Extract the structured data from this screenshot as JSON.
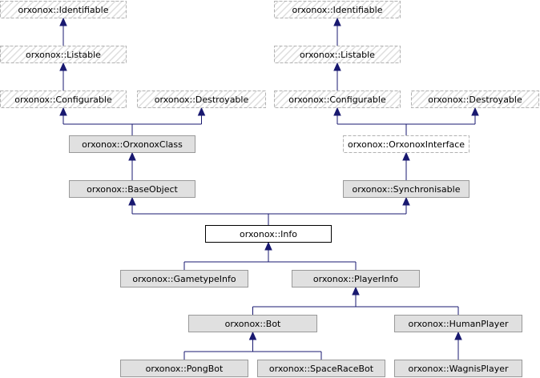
{
  "diagram": {
    "nodes": [
      {
        "id": "identifiable_l",
        "label": "orxonox::Identifiable",
        "style": "hatched"
      },
      {
        "id": "listable_l",
        "label": "orxonox::Listable",
        "style": "hatched"
      },
      {
        "id": "configurable_l",
        "label": "orxonox::Configurable",
        "style": "hatched"
      },
      {
        "id": "destroyable_l",
        "label": "orxonox::Destroyable",
        "style": "hatched"
      },
      {
        "id": "orxonoxclass",
        "label": "orxonox::OrxonoxClass",
        "style": "filled"
      },
      {
        "id": "baseobject",
        "label": "orxonox::BaseObject",
        "style": "filled"
      },
      {
        "id": "identifiable_r",
        "label": "orxonox::Identifiable",
        "style": "hatched"
      },
      {
        "id": "listable_r",
        "label": "orxonox::Listable",
        "style": "hatched"
      },
      {
        "id": "configurable_r",
        "label": "orxonox::Configurable",
        "style": "hatched"
      },
      {
        "id": "destroyable_r",
        "label": "orxonox::Destroyable",
        "style": "hatched"
      },
      {
        "id": "orxonoxinterface",
        "label": "orxonox::OrxonoxInterface",
        "style": "dashed"
      },
      {
        "id": "synchronisable",
        "label": "orxonox::Synchronisable",
        "style": "filled"
      },
      {
        "id": "info",
        "label": "orxonox::Info",
        "style": "focus"
      },
      {
        "id": "gametypeinfo",
        "label": "orxonox::GametypeInfo",
        "style": "filled"
      },
      {
        "id": "playerinfo",
        "label": "orxonox::PlayerInfo",
        "style": "filled"
      },
      {
        "id": "bot",
        "label": "orxonox::Bot",
        "style": "filled"
      },
      {
        "id": "humanplayer",
        "label": "orxonox::HumanPlayer",
        "style": "filled"
      },
      {
        "id": "pongbot",
        "label": "orxonox::PongBot",
        "style": "filled"
      },
      {
        "id": "spaceracebot",
        "label": "orxonox::SpaceRaceBot",
        "style": "filled"
      },
      {
        "id": "wagnisplayer",
        "label": "orxonox::WagnisPlayer",
        "style": "filled"
      }
    ],
    "edges": [
      {
        "from": "listable_l",
        "to": "identifiable_l"
      },
      {
        "from": "configurable_l",
        "to": "listable_l"
      },
      {
        "from": "orxonoxclass",
        "to": "configurable_l"
      },
      {
        "from": "orxonoxclass",
        "to": "destroyable_l"
      },
      {
        "from": "baseobject",
        "to": "orxonoxclass"
      },
      {
        "from": "listable_r",
        "to": "identifiable_r"
      },
      {
        "from": "configurable_r",
        "to": "listable_r"
      },
      {
        "from": "orxonoxinterface",
        "to": "configurable_r"
      },
      {
        "from": "orxonoxinterface",
        "to": "destroyable_r"
      },
      {
        "from": "synchronisable",
        "to": "orxonoxinterface"
      },
      {
        "from": "info",
        "to": "baseobject"
      },
      {
        "from": "info",
        "to": "synchronisable"
      },
      {
        "from": "gametypeinfo",
        "to": "info"
      },
      {
        "from": "playerinfo",
        "to": "info"
      },
      {
        "from": "bot",
        "to": "playerinfo"
      },
      {
        "from": "humanplayer",
        "to": "playerinfo"
      },
      {
        "from": "pongbot",
        "to": "bot"
      },
      {
        "from": "spaceracebot",
        "to": "bot"
      },
      {
        "from": "wagnisplayer",
        "to": "humanplayer"
      }
    ],
    "colors": {
      "node_fill": "#e0e0e0",
      "node_border": "#999999",
      "hatched_border": "#b2b2b2",
      "hatch": "#dedede",
      "focus_fill": "#ffffff",
      "focus_border": "#000000",
      "edge": "#191970",
      "text": "#000000"
    }
  }
}
